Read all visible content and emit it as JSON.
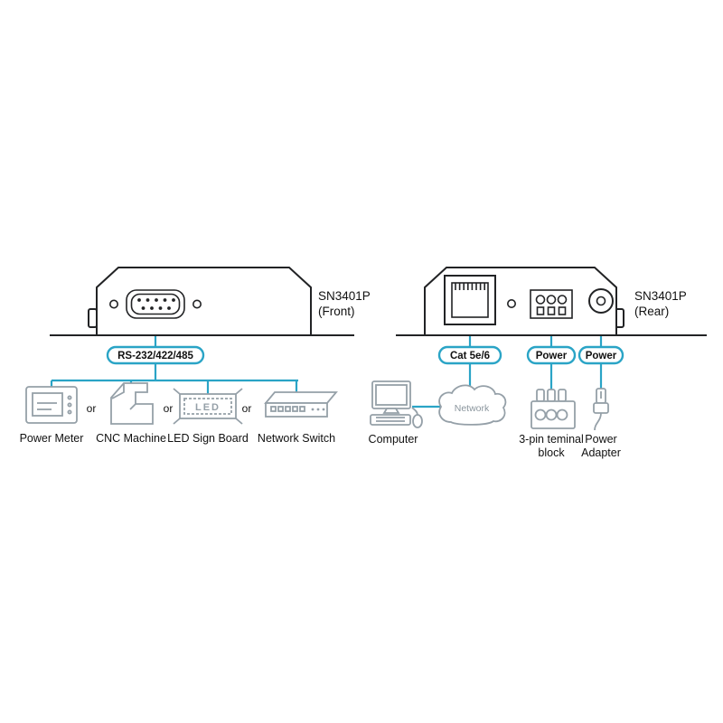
{
  "front": {
    "title_line1": "SN3401P",
    "title_line2": "(Front)",
    "bus_label": "RS-232/422/485",
    "or": "or",
    "devices": [
      "Power Meter",
      "CNC Machine",
      "LED Sign Board",
      "Network Switch"
    ],
    "led_text": "LED"
  },
  "rear": {
    "title_line1": "SN3401P",
    "title_line2": "(Rear)",
    "cable_label": "Cat 5e/6",
    "power_label_terminal": "Power",
    "power_label_adapter": "Power",
    "network_label": "Network",
    "computer_label": "Computer",
    "terminal_line1": "3-pin teminal",
    "terminal_line2": "block",
    "adapter_line1": "Power",
    "adapter_line2": "Adapter"
  },
  "colors": {
    "accent": "#2AA4C6",
    "device_stroke": "#222325",
    "peripheral_stroke": "#95a0a8"
  }
}
